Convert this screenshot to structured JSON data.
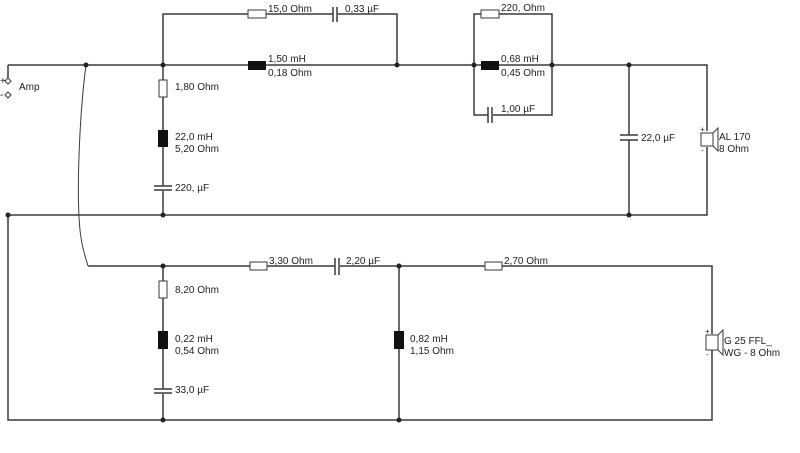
{
  "title": "Loudspeaker crossover schematic",
  "source": {
    "label": "Amp",
    "plus": "+",
    "minus": "-"
  },
  "woofer_section": {
    "bypass_resistor": "15,0 Ohm",
    "bypass_capacitor": "0,33 µF",
    "series_inductor": {
      "value": "1,50 mH",
      "resistance": "0,18 Ohm"
    },
    "shunt_resistor": "1,80 Ohm",
    "shunt_inductor": {
      "value": "22,0 mH",
      "resistance": "5,20 Ohm"
    },
    "shunt_capacitor": "220, µF",
    "trap_resistor": "220, Ohm",
    "trap_inductor": {
      "value": "0,68 mH",
      "resistance": "0,45 Ohm"
    },
    "trap_capacitor": "1,00 µF",
    "output_capacitor": "22,0 µF",
    "speaker": {
      "name": "AL 170",
      "impedance": "8 Ohm",
      "plus": "+",
      "minus": "-"
    }
  },
  "tweeter_section": {
    "shunt_resistor": "8,20 Ohm",
    "shunt_inductor": {
      "value": "0,22 mH",
      "resistance": "0,54 Ohm"
    },
    "shunt_capacitor": "33,0 µF",
    "series_resistor": "3,30 Ohm",
    "series_capacitor": "2,20 µF",
    "parallel_inductor": {
      "value": "0,82 mH",
      "resistance": "1,15 Ohm"
    },
    "output_resistor": "2,70 Ohm",
    "speaker": {
      "name": "G 25 FFL_",
      "impedance": "WG - 8 Ohm",
      "plus": "+",
      "minus": "-"
    }
  }
}
